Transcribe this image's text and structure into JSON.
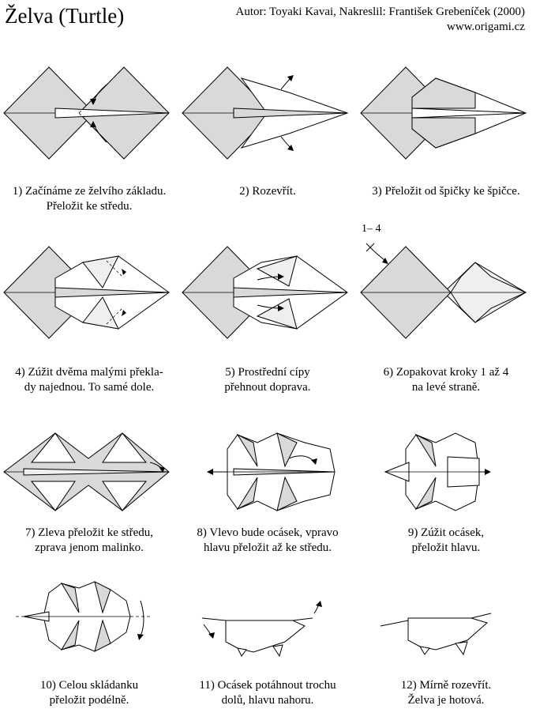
{
  "header": {
    "title": "Želva (Turtle)",
    "credits_line1": "Autor: Toyaki Kavai, Nakreslil: František Grebeníček (2000)",
    "credits_line2": "www.origami.cz"
  },
  "steps": [
    {
      "n": 1,
      "line1": "1) Začínáme ze želvího základu.",
      "line2": "Přeložit ke středu."
    },
    {
      "n": 2,
      "line1": "2) Rozevřít.",
      "line2": ""
    },
    {
      "n": 3,
      "line1": "3) Přeložit od špičky ke špičce.",
      "line2": ""
    },
    {
      "n": 4,
      "line1": "4) Zúžit dvěma malými překla-",
      "line2": "dy najednou. To samé dole."
    },
    {
      "n": 5,
      "line1": "5) Prostřední cípy",
      "line2": "přehnout doprava."
    },
    {
      "n": 6,
      "line1": "6) Zopakovat kroky 1 až 4",
      "line2": "na levé straně.",
      "marker": "1– 4"
    },
    {
      "n": 7,
      "line1": "7) Zleva přeložit ke středu,",
      "line2": "zprava jenom malinko."
    },
    {
      "n": 8,
      "line1": "8) Vlevo bude ocásek, vpravo",
      "line2": "hlavu přeložit až ke středu."
    },
    {
      "n": 9,
      "line1": "9) Zúžit ocásek,",
      "line2": "přeložit hlavu."
    },
    {
      "n": 10,
      "line1": "10) Celou skládanku",
      "line2": "přeložit podélně."
    },
    {
      "n": 11,
      "line1": "11) Ocásek potáhnout trochu",
      "line2": "dolů, hlavu nahoru."
    },
    {
      "n": 12,
      "line1": "12) Mírně rozevřít.",
      "line2": "Želva je hotová."
    }
  ],
  "colors": {
    "paper": "#d9d9d9",
    "light": "#efefef",
    "white": "#ffffff",
    "line": "#000000"
  }
}
